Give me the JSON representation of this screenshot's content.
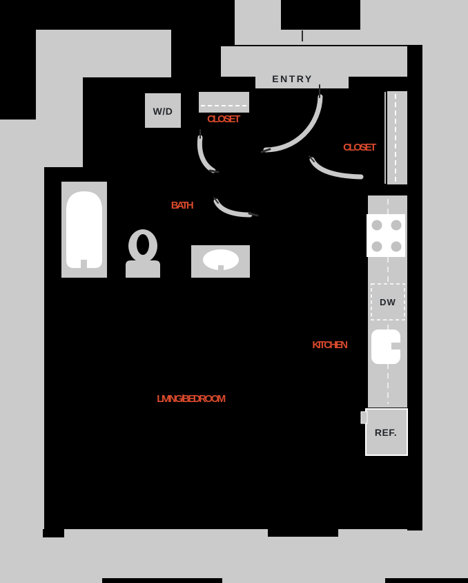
{
  "plan": {
    "rooms": {
      "entry": "ENTRY",
      "bath": "BATH",
      "kitchen": "KITCHEN",
      "living": "LIVING/BEDROOM",
      "closet_top": "CLOSET",
      "closet_right": "CLOSET"
    },
    "appliances": {
      "washer_dryer": "W/D",
      "dishwasher": "DW",
      "refrigerator": "REF."
    },
    "colors": {
      "background": "#000000",
      "zone_gray": "#cbcbcb",
      "fixture_gray": "#c9c9c9",
      "accent_orange": "#d8492c",
      "label_dark": "#23262b",
      "fixture_white": "#ffffff"
    }
  }
}
